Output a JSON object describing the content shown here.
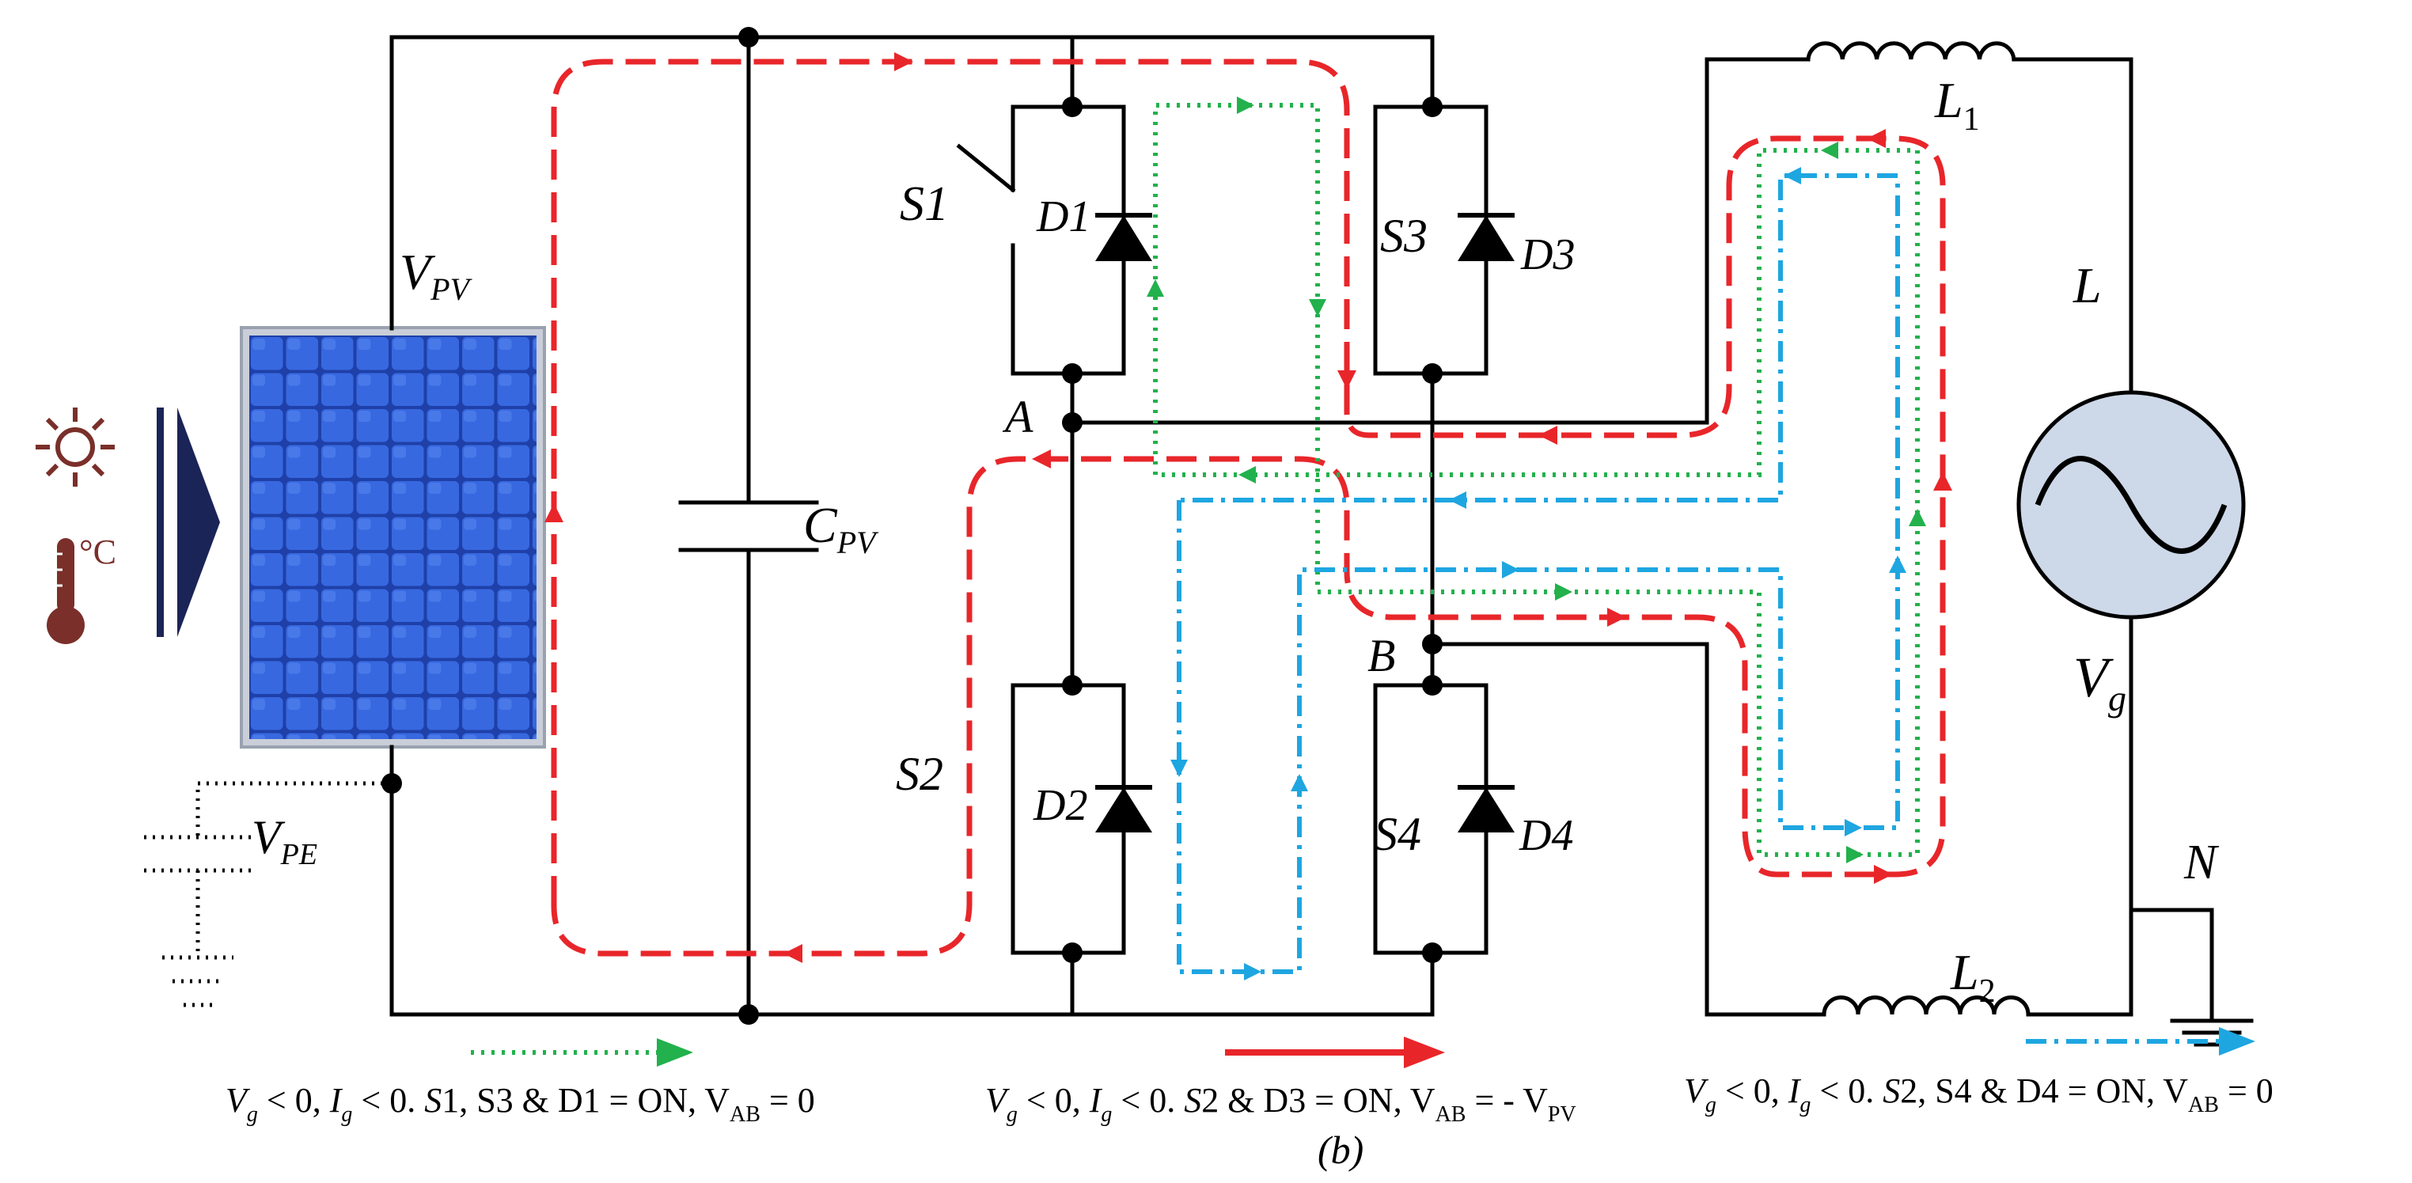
{
  "labels": {
    "vpv_main": "V",
    "vpv_sub": "PV",
    "cpv_main": "C",
    "cpv_sub": "PV",
    "s1": "S1",
    "d1": "D1",
    "s3": "S3",
    "d3": "D3",
    "s2": "S2",
    "d2": "D2",
    "s4": "S4",
    "d4": "D4",
    "node_a": "A",
    "node_b": "B",
    "l1_main": "L",
    "l1_sub": "1",
    "l2_main": "L",
    "l2_sub": "2",
    "l": "L",
    "vg_main": "V",
    "vg_sub": "g",
    "n": "N",
    "vpe_main": "V",
    "vpe_sub": "PE",
    "celsius": "°C",
    "figure_tag": "(b)"
  },
  "captions": {
    "green": {
      "vg": "V",
      "vg_sub": "g",
      "text1": " < 0, ",
      "ig": "I",
      "ig_sub": "g",
      "text2": " < 0.  ",
      "s": "S",
      "text3": "1, S3 & D1 = ON, V",
      "vab_sub": "AB",
      "text4": " = 0"
    },
    "red": {
      "vg": "V",
      "vg_sub": "g",
      "text1": " < 0, ",
      "ig": "I",
      "ig_sub": "g",
      "text2": " < 0.  ",
      "s": "S",
      "text3": "2 & D3 = ON, V",
      "vab_sub": "AB",
      "text4": " = - V",
      "vpv_sub": "PV"
    },
    "blue": {
      "vg": "V",
      "vg_sub": "g",
      "text1": " < 0, ",
      "ig": "I",
      "ig_sub": "g",
      "text2": " < 0.  ",
      "s": "S",
      "text3": "2, S4 & D4 = ON, V",
      "vab_sub": "AB",
      "text4": " = 0"
    }
  },
  "colors": {
    "wire": "#000000",
    "path_red": "#e8262a",
    "path_green": "#22b14c",
    "path_blue": "#1ea6e1",
    "panel_blue": "#2a55c8",
    "panel_frame": "#c9ced8",
    "sun_thermo": "#7a2f2a",
    "source_fill": "#cdd8e8",
    "arrow_navy": "#1b2456"
  },
  "icons": [
    "sun-icon",
    "thermometer-icon",
    "irradiance-arrow-icon",
    "pv-panel",
    "ground-icon"
  ]
}
